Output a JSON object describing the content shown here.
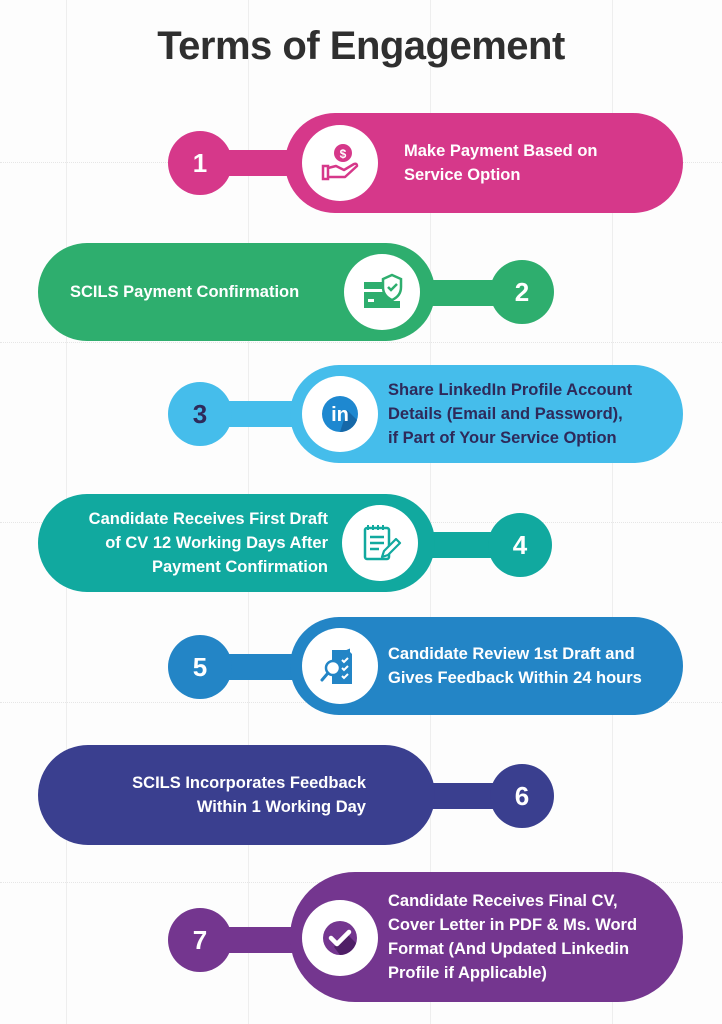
{
  "title": "Terms of Engagement",
  "colors": {
    "step1": "#D6388A",
    "step2": "#2EAE6E",
    "step3": "#45BDEB",
    "step4": "#11A99F",
    "step5": "#2385C6",
    "step6": "#3A3F8F",
    "step7": "#74368F",
    "step3_text": "#2E2A5A"
  },
  "steps": [
    {
      "number": "1",
      "icon": "hand-coin-dollar-icon",
      "lines": [
        "Make Payment Based on",
        "Service Option"
      ]
    },
    {
      "number": "2",
      "icon": "card-shield-check-icon",
      "lines": [
        "SCILS Payment Confirmation"
      ]
    },
    {
      "number": "3",
      "icon": "linkedin-icon",
      "icon_text": "in",
      "lines": [
        "Share LinkedIn Profile Account",
        "Details (Email and Password),",
        "if Part of Your Service Option"
      ]
    },
    {
      "number": "4",
      "icon": "notepad-pencil-icon",
      "lines": [
        "Candidate Receives First Draft",
        "of CV 12 Working Days After",
        "Payment Confirmation"
      ]
    },
    {
      "number": "5",
      "icon": "clipboard-search-checklist-icon",
      "lines": [
        "Candidate Review 1st Draft and",
        "Gives Feedback Within 24 hours"
      ]
    },
    {
      "number": "6",
      "icon": "none",
      "lines": [
        "SCILS Incorporates Feedback",
        "Within 1 Working Day"
      ]
    },
    {
      "number": "7",
      "icon": "check-circle-icon",
      "lines": [
        "Candidate Receives Final CV,",
        "Cover Letter in PDF & Ms. Word",
        "Format (And Updated Linkedin",
        "Profile if Applicable)"
      ]
    }
  ]
}
